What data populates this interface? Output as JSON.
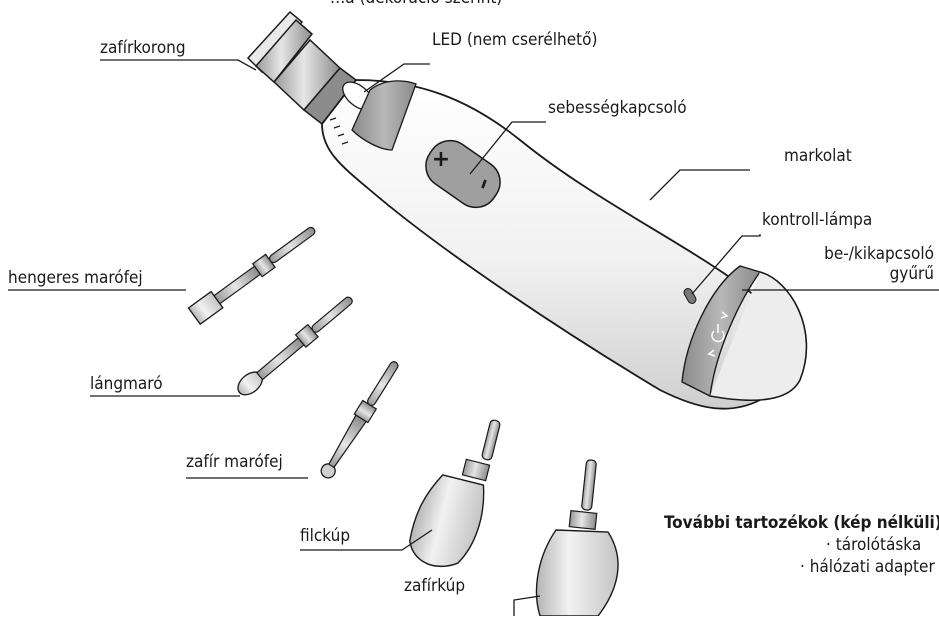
{
  "title_fragment": "…a (dekoráció szerint)",
  "labels": {
    "zafirkorong": "zafírkorong",
    "led": "LED (nem cserélhető)",
    "sebesseg": "sebességkapcsoló",
    "markolat": "markolat",
    "kontroll": "kontroll-lámpa",
    "bekikapcsolo_line1": "be-/kikapcsoló",
    "bekikapcsolo_line2": "gyűrű",
    "hengeres": "hengeres marófej",
    "langmaro": "lángmaró",
    "zafir_marofej": "zafír marófej",
    "filckup": "filckúp",
    "zafirkup": "zafírkúp"
  },
  "accessories": {
    "heading": "További tartozékok (kép nélküli)",
    "items": [
      "tárolótáska",
      "hálózati adapter"
    ]
  },
  "speed_switch": {
    "plus": "+",
    "minus": "–"
  },
  "colors": {
    "line": "#1a1a1a",
    "body": "#f4f4f4",
    "grey": "#9a9a9a",
    "dark": "#6e6e6e"
  }
}
